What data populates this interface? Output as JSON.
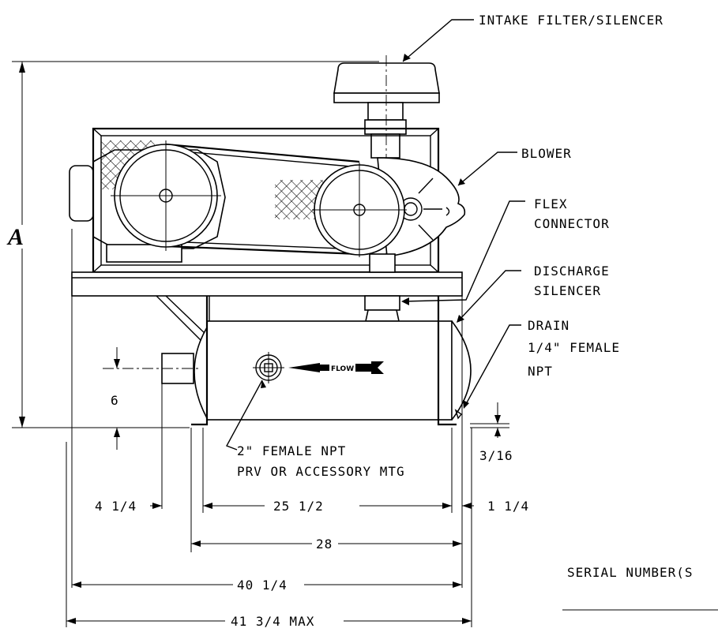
{
  "labels": {
    "intake": "INTAKE FILTER/SILENCER",
    "blower": "BLOWER",
    "flex_1": "FLEX",
    "flex_2": "CONNECTOR",
    "discharge_1": "DISCHARGE",
    "discharge_2": "SILENCER",
    "drain_1": "DRAIN",
    "drain_2": "1/4\" FEMALE",
    "drain_3": "NPT",
    "npt_1": "2\" FEMALE NPT",
    "npt_2": "PRV OR ACCESSORY MTG",
    "flow": "FLOW",
    "serial": "SERIAL NUMBER(S"
  },
  "dimensions": {
    "height_a": "A",
    "inlet_height": "6",
    "foot_thickness": "3/16",
    "inlet_offset": "4 1/4",
    "foot_spacing": "25 1/2",
    "foot_overhang": "1 1/4",
    "base_width": "28",
    "frame_width": "40 1/4",
    "overall_width": "41 3/4 MAX"
  }
}
